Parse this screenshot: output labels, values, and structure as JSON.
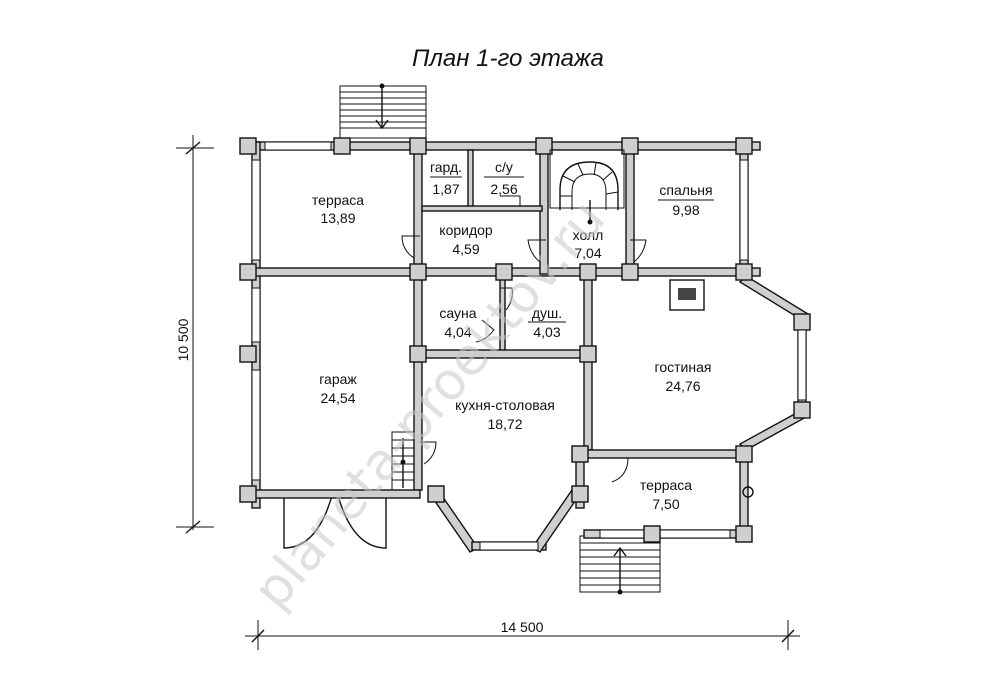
{
  "title": "План 1-го этажа",
  "watermark": "planeta-proekt...",
  "watermark_ref": "planeta-proektov.ru",
  "dimensions": {
    "width": "14 500",
    "depth": "10 500"
  },
  "rooms": [
    {
      "key": "terrace_nw",
      "name": "терраса",
      "area": "13,89"
    },
    {
      "key": "gard",
      "name": "гард.",
      "area": "1,87"
    },
    {
      "key": "wc",
      "name": "с/у",
      "area": "2,56"
    },
    {
      "key": "corridor",
      "name": "коридор",
      "area": "4,59"
    },
    {
      "key": "hall",
      "name": "холл",
      "area": "7,04"
    },
    {
      "key": "bedroom",
      "name": "спальня",
      "area": "9,98"
    },
    {
      "key": "sauna",
      "name": "сауна",
      "area": "4,04"
    },
    {
      "key": "shower",
      "name": "душ.",
      "area": "4,03"
    },
    {
      "key": "garage",
      "name": "гараж",
      "area": "24,54"
    },
    {
      "key": "kitchen",
      "name": "кухня-столовая",
      "area": "18,72"
    },
    {
      "key": "living",
      "name": "гостиная",
      "area": "24,76"
    },
    {
      "key": "terrace_se",
      "name": "терраса",
      "area": "7,50"
    }
  ],
  "colors": {
    "wall_fill": "#cfcfcf",
    "line": "#111111",
    "watermark": "#c8c8c8"
  }
}
